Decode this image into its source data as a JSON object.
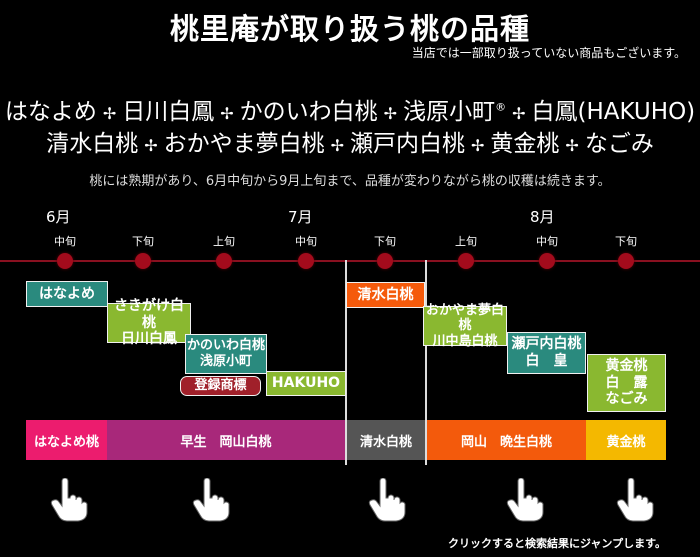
{
  "title": "桃里庵が取り扱う桃の品種",
  "subnote": "当店では一部取り扱っていない商品もございます。",
  "varieties_line1": [
    "はなよめ",
    "日川白鳳",
    "かのいわ白桃",
    "浅原小町",
    "白鳳(HAKUHO)"
  ],
  "registered_mark": "®",
  "varieties_line2": [
    "清水白桃",
    "おかやま夢白桃",
    "瀬戸内白桃",
    "黄金桃",
    "なごみ"
  ],
  "separator": "✢",
  "description": "桃には熟期があり、6月中旬から9月上旬まで、品種が変わりながら桃の収穫は続きます。",
  "months": [
    "6月",
    "7月",
    "8月"
  ],
  "periods": [
    "中旬",
    "下旬",
    "上旬",
    "中旬",
    "下旬",
    "上旬",
    "中旬",
    "下旬"
  ],
  "tags": {
    "hanayome": "はなよめ",
    "sakigake": "さきがけ白桃",
    "hikawa": "日川白鳳",
    "kanoiwa": "かのいわ白桃",
    "asahara": "浅原小町",
    "registered": "登録商標",
    "hakuho": "HAKUHO",
    "shimizu": "清水白桃",
    "okayama_yume": "おかやま夢白桃",
    "kawanakajima": "川中島白桃",
    "setouchi": "瀬戸内白桃",
    "hakuou": "白　皇",
    "ougon": "黄金桃",
    "hakuro": "白　露",
    "nagomi": "なごみ"
  },
  "bars": [
    {
      "label": "はなよめ桃",
      "color": "#ec1c6e"
    },
    {
      "label": "早生　岡山白桃",
      "color": "#a8287a"
    },
    {
      "label": "清水白桃",
      "color": "#555555"
    },
    {
      "label": "岡山　晩生白桃",
      "color": "#f35a0c"
    },
    {
      "label": "黄金桃",
      "color": "#f4b800"
    }
  ],
  "hand_icon": "pointing-hand-icon",
  "footer": "クリックすると検索結果にジャンプします。"
}
